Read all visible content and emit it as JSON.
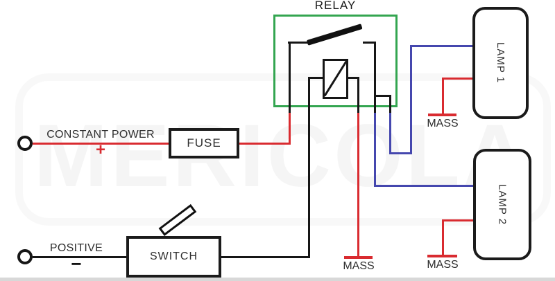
{
  "diagram": {
    "title": "RELAY",
    "watermark": "MERICOLA",
    "components": {
      "relay": {
        "label": "RELAY"
      },
      "fuse": {
        "label": "FUSE"
      },
      "switch": {
        "label": "SWITCH"
      },
      "lamp1": {
        "label": "LAMP 1"
      },
      "lamp2": {
        "label": "LAMP 2"
      }
    },
    "labels": {
      "constant_power": "CONSTANT POWER",
      "plus": "+",
      "positive": "POSITIVE",
      "minus": "−",
      "mass_lamp1": "MASS",
      "mass_relay_coil": "MASS",
      "mass_lamp2": "MASS"
    },
    "colors": {
      "power_wire_red": "#d92b30",
      "lamp_wire_blue": "#4547ae",
      "signal_wire_black": "#161616",
      "relay_outline_green": "#33a550"
    },
    "connections": [
      "constant power (+) terminal → FUSE → relay common contact (red)",
      "POSITIVE (−) terminal → SWITCH → relay coil (black)",
      "relay coil → MASS (red)",
      "relay output → LAMP 1 (blue)",
      "relay output → LAMP 2 (blue)",
      "LAMP 1 → MASS (red)",
      "LAMP 2 → MASS (red)"
    ]
  }
}
